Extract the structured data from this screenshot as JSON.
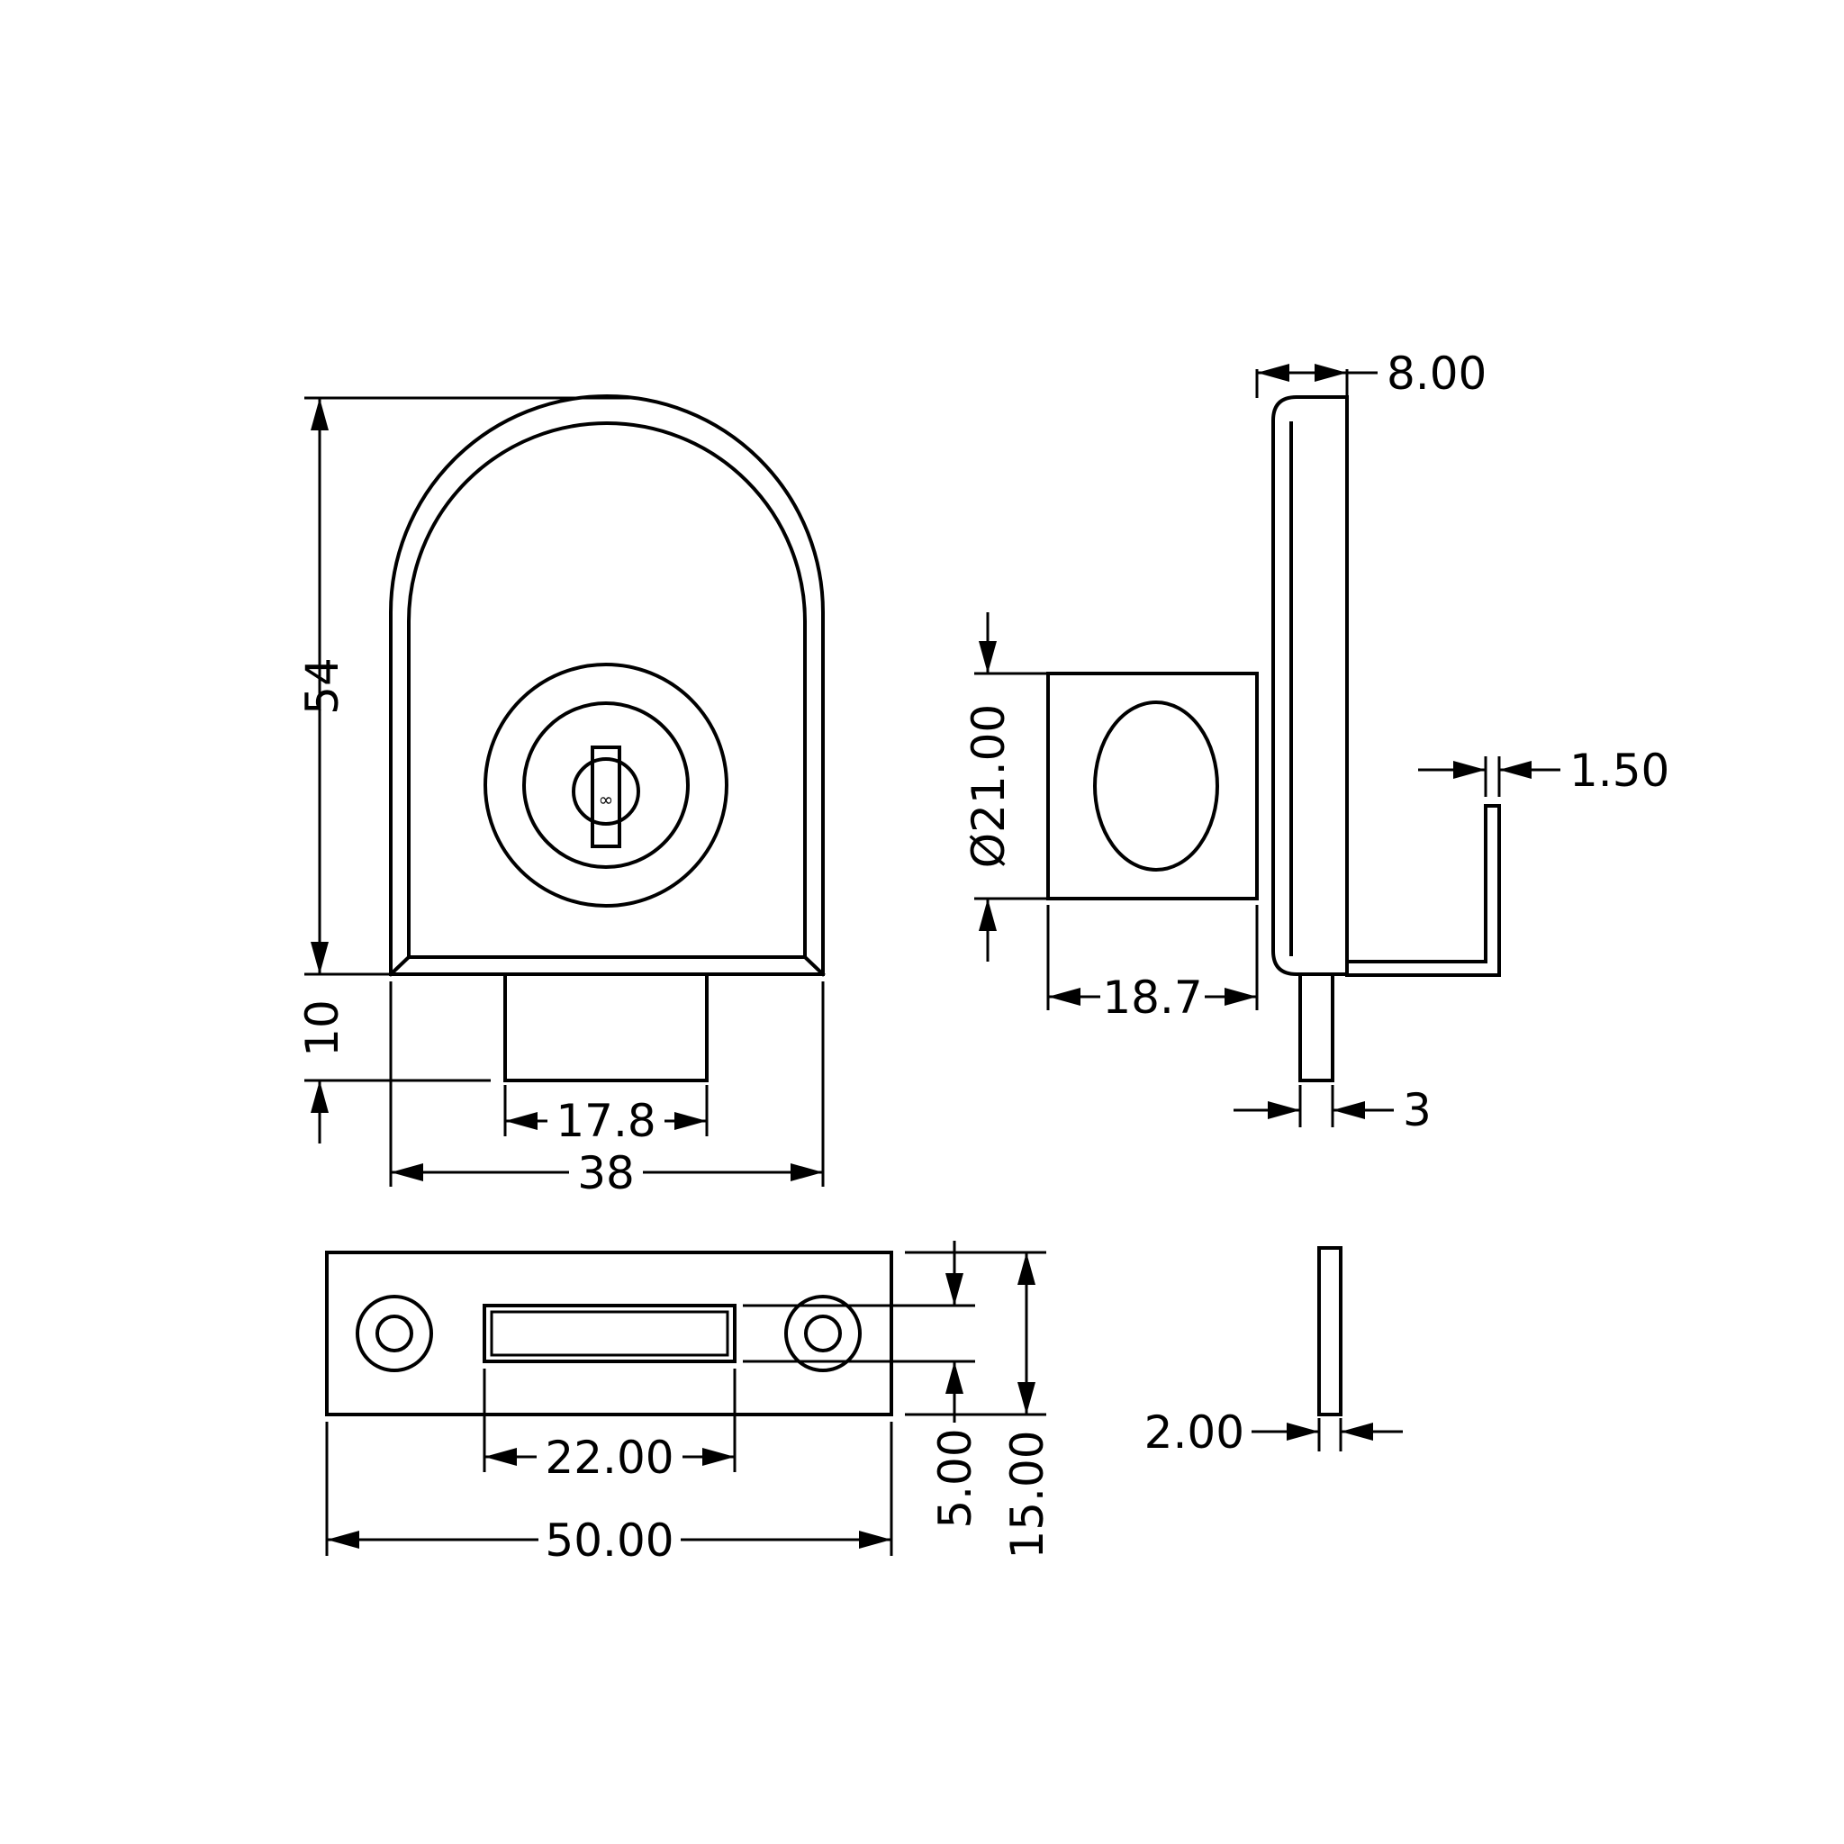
{
  "drawing": {
    "line_color": "#000000",
    "background": "#ffffff"
  },
  "dimensions": {
    "front_height": "54",
    "front_plug_height": "10",
    "front_plug_width": "17.8",
    "front_width": "38",
    "side_thickness": "8.00",
    "side_cylinder_diameter": "Ø21.00",
    "side_cylinder_length": "18.7",
    "side_bolt_width": "3",
    "side_hook_width": "1.50",
    "plate_slot_width": "22.00",
    "plate_width": "50.00",
    "plate_slot_height": "5.00",
    "plate_height": "15.00",
    "plate_thickness": "2.00"
  }
}
